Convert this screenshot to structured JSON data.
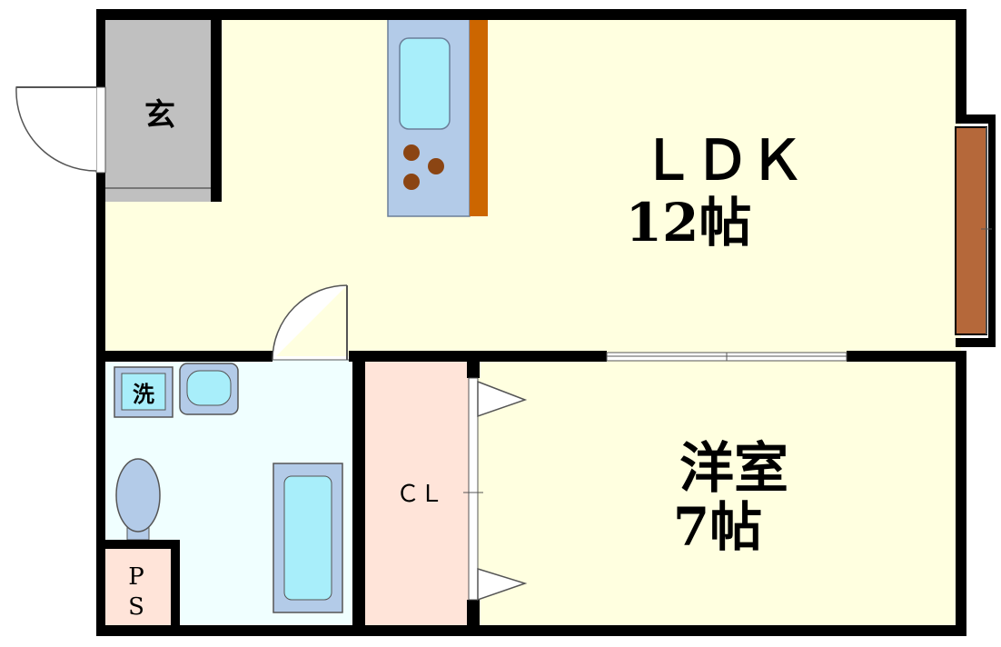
{
  "rooms": {
    "entrance": {
      "label": "玄"
    },
    "ldk": {
      "name": "ＬＤＫ",
      "size": "12帖"
    },
    "western": {
      "name": "洋室",
      "size": "7帖"
    },
    "closet": {
      "label": "ＣＬ"
    },
    "washer": {
      "label": "洗"
    },
    "pipe_space": {
      "line1": "P",
      "line2": "S"
    }
  },
  "colors": {
    "wall": "#000000",
    "ldk_floor": "#ffffe0",
    "western_floor": "#ffffe0",
    "bath_floor": "#f0ffff",
    "closet_floor": "#ffe4d9",
    "ps_floor": "#ffe4d9",
    "entrance_floor": "#c0c0c0",
    "kitchen_counter": "#b3cbe8",
    "sink": "#a8eefa",
    "stove": "#8b4513",
    "kitchen_wall": "#cc6600",
    "window_frame": "#b5683a"
  }
}
